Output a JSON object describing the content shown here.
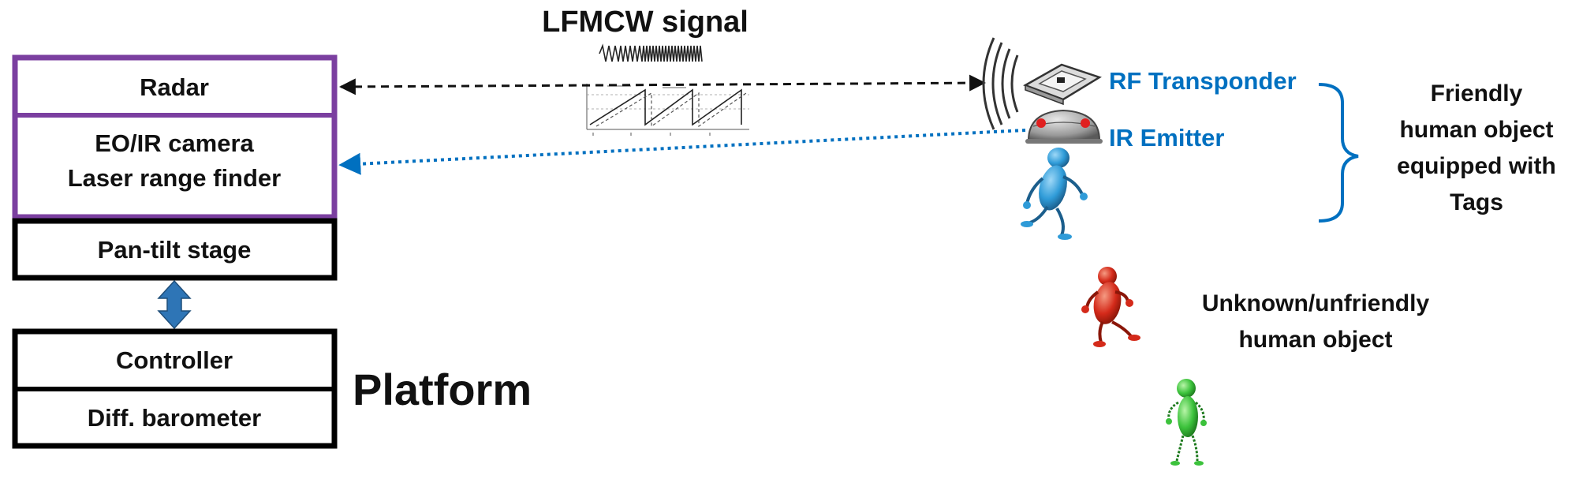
{
  "platform": {
    "label": "Platform",
    "boxes": {
      "radar": "Radar",
      "eo_line1": "EO/IR camera",
      "eo_line2": "Laser range finder",
      "pan_tilt": "Pan-tilt stage",
      "controller": "Controller",
      "barometer": "Diff. barometer"
    }
  },
  "signal": {
    "label": "LFMCW signal"
  },
  "tags": {
    "rf": "RF Transponder",
    "ir": "IR Emitter"
  },
  "friendly": {
    "line1": "Friendly",
    "line2": "human object",
    "line3": "equipped with",
    "line4": "Tags"
  },
  "unknown": {
    "line1": "Unknown/unfriendly",
    "line2": "human object"
  },
  "colors": {
    "sensor_box": "#7B3FA0",
    "platform_box": "#000000",
    "tag_text": "#0070C0",
    "ir_link": "#0070C0",
    "link_arrow": "#2E75B6",
    "friendly_figure": "#2F9BD8",
    "unfriendly_figure": "#D42A1A",
    "green_figure": "#3CC23C"
  }
}
